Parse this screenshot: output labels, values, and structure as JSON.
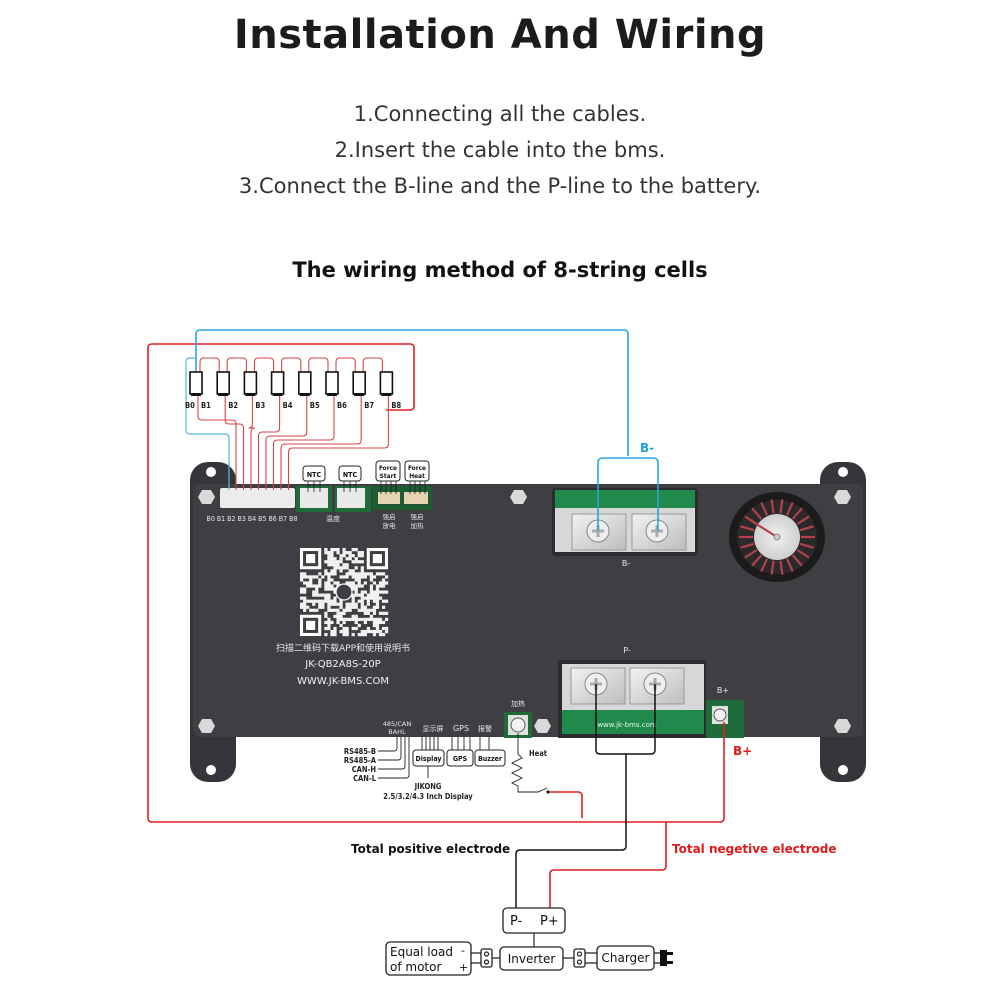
{
  "header": {
    "title": "Installation And Wiring",
    "steps": [
      "1.Connecting all the cables.",
      "2.Insert the cable into the bms.",
      "3.Connect the B-line and the P-line to the battery."
    ]
  },
  "diagram": {
    "subtitle": "The wiring method of 8-string cells",
    "cells": {
      "count": 8,
      "labels": [
        "B0",
        "B1",
        "B2",
        "B3",
        "B4",
        "B5",
        "B6",
        "B7",
        "B8"
      ]
    },
    "board": {
      "balance_port_labels": "B0 B1 B2 B3 B4 B5 B6 B7 B8",
      "ntc_label_1": "NTC",
      "ntc_label_2": "NTC",
      "temp_cn": "温度",
      "force_start": [
        "Force",
        "Start"
      ],
      "force_heat": [
        "Force",
        "Heat"
      ],
      "force_start_cn": [
        "强启",
        "放电"
      ],
      "force_heat_cn": [
        "强启",
        "加热"
      ],
      "qr_caption_cn": "扫描二维码下载APP和使用说明书",
      "model": "JK-QB2A8S-20P",
      "website": "WWW.JK-BMS.COM",
      "bminus_terminal_label": "B-",
      "pminus_terminal_label": "P-",
      "bplus_terminal_label": "B+",
      "terminal_website": "www.jk-bms.com",
      "heat_port_cn": "加热",
      "port_485_can": [
        "485/CAN",
        "BAHL"
      ],
      "display_cn": "显示屏",
      "gps_label": "GPS",
      "alarm_cn": "报警"
    },
    "wire_labels": {
      "b_minus": "B-",
      "b_plus": "B+",
      "total_positive": "Total positive electrode",
      "total_negative": "Total negetive electrode"
    },
    "comm": {
      "rs485_b": "RS485-B",
      "rs485_a": "RS485-A",
      "can_h": "CAN-H",
      "can_l": "CAN-L",
      "display": "Display",
      "gps": "GPS",
      "buzzer": "Buzzer",
      "display_note": [
        "JIKONG",
        "2.5/3.2/4.3 Inch Display"
      ],
      "heat": "Heat"
    },
    "output": {
      "p_minus": "P-",
      "p_plus": "P+",
      "load": [
        "Equal load",
        "of motor"
      ],
      "load_minus": "-",
      "load_plus": "+",
      "inverter": "Inverter",
      "charger": "Charger"
    },
    "colors": {
      "red_wire": "#e02020",
      "cell_wire": "#d64545",
      "blue_wire": "#2aa6d8",
      "board": "#3f3f43",
      "pcb_green": "#1f8a4c",
      "label_red": "#e01a1a",
      "label_blue": "#1ba0d8"
    }
  }
}
